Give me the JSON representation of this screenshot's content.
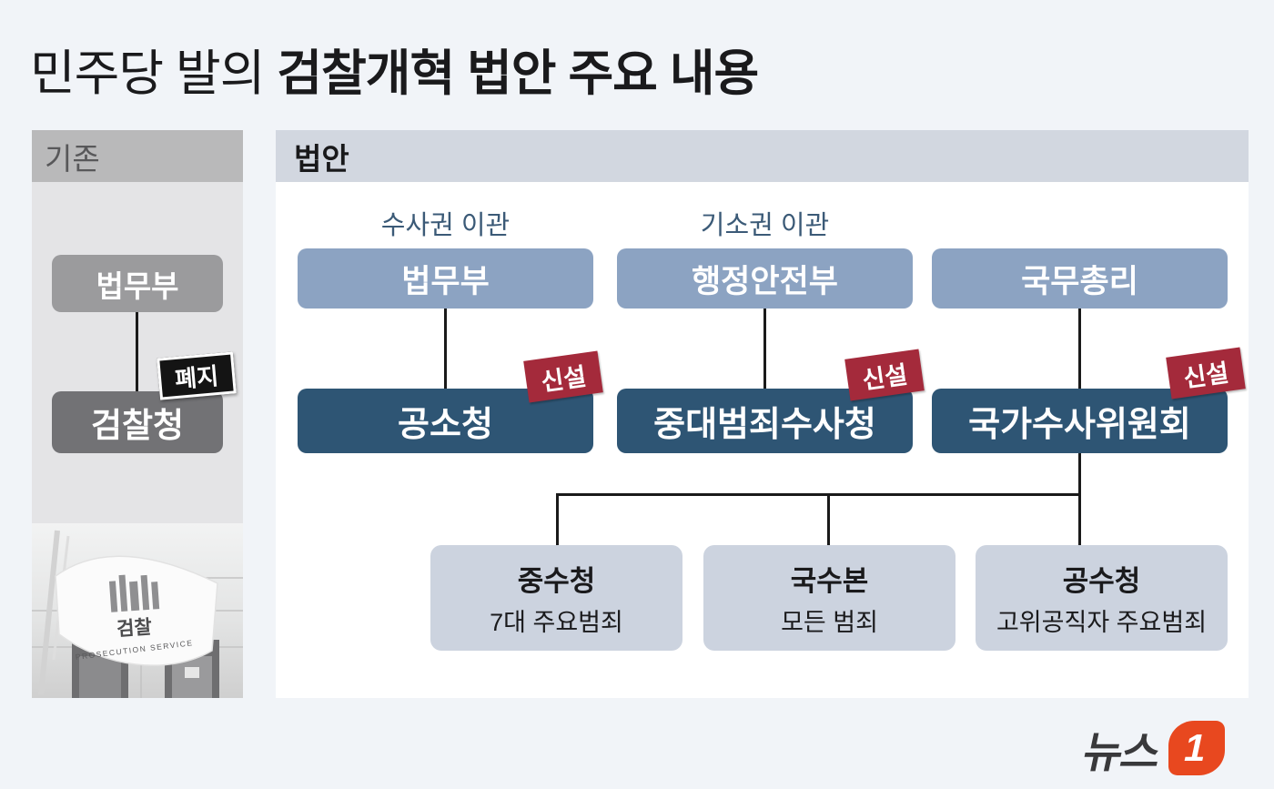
{
  "title": {
    "prefix": "민주당 발의 ",
    "emphasis": "검찰개혁 법안 주요 내용"
  },
  "existing": {
    "header": "기존",
    "parent_org": "법무부",
    "child_org": "검찰청",
    "child_tag": "폐지",
    "photo": {
      "flag_korean": "검찰",
      "flag_english": "PROSECUTION SERVICE"
    }
  },
  "bill": {
    "header": "법안",
    "columns": [
      {
        "transfer_label": "수사권 이관",
        "parent": "법무부",
        "new_org": "공소청",
        "tag": "신설"
      },
      {
        "transfer_label": "기소권 이관",
        "parent": "행정안전부",
        "new_org": "중대범죄수사청",
        "tag": "신설"
      },
      {
        "transfer_label": "",
        "parent": "국무총리",
        "new_org": "국가수사위원회",
        "tag": "신설"
      }
    ],
    "sub_orgs": [
      {
        "name": "중수청",
        "scope": "7대 주요범죄"
      },
      {
        "name": "국수본",
        "scope": "모든 범죄"
      },
      {
        "name": "공수청",
        "scope": "고위공직자 주요범죄"
      }
    ]
  },
  "logo": {
    "text": "뉴스",
    "badge": "1"
  },
  "colors": {
    "page_bg": "#f1f4f8",
    "existing_header_bg": "#b9b9ba",
    "existing_body_bg": "#e4e4e6",
    "existing_parent_bg": "#9b9b9d",
    "existing_child_bg": "#727275",
    "abolish_tag_bg": "#141414",
    "bill_header_bg": "#d2d7e0",
    "bill_body_bg": "#ffffff",
    "transfer_label_color": "#3b5a77",
    "parent_box_bg": "#8ca3c2",
    "new_box_bg": "#2e5574",
    "new_tag_bg": "#a42a3b",
    "sub_box_bg": "#ccd3df",
    "connector_color": "#1a1a1a",
    "logo_orange": "#e8481f"
  }
}
